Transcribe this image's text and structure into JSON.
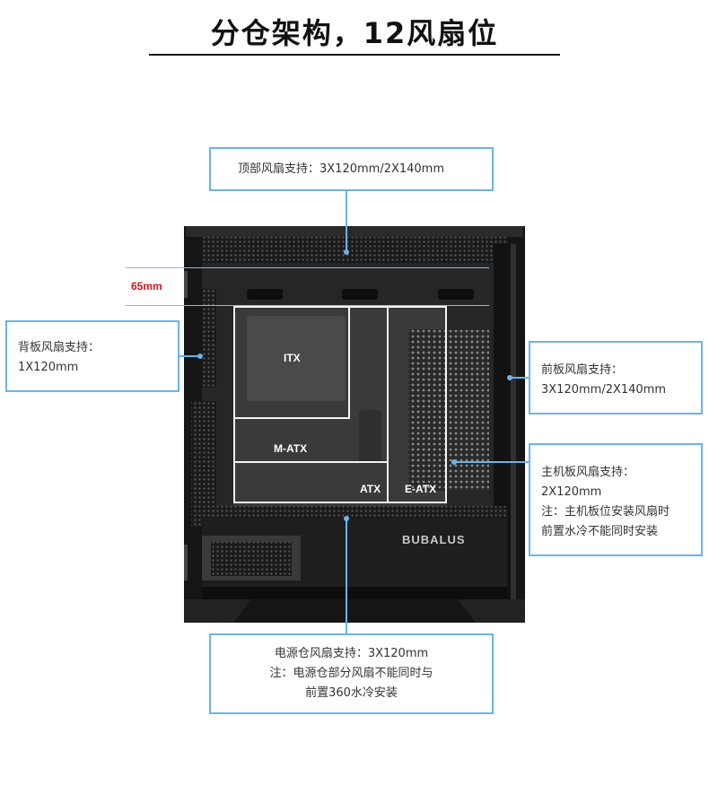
{
  "title": "分仓架构，12风扇位",
  "callouts": {
    "top": {
      "lines": [
        "顶部风扇支持：3X120mm/2X140mm"
      ]
    },
    "rear": {
      "lines": [
        "背板风扇支持：",
        "1X120mm"
      ]
    },
    "front": {
      "lines": [
        "前板风扇支持：",
        "3X120mm/2X140mm"
      ]
    },
    "motherboard": {
      "lines": [
        "主机板风扇支持：",
        "2X120mm",
        "注：主机板位安装风扇时",
        "前置水冷不能同时安装"
      ]
    },
    "psu": {
      "lines": [
        "电源仓风扇支持：3X120mm",
        "注：电源仓部分风扇不能同时与",
        "前置360水冷安装"
      ]
    }
  },
  "clearance_label": "65mm",
  "brand": "BUBALUS",
  "mb_sizes": {
    "itx": "ITX",
    "matx": "M-ATX",
    "atx": "ATX",
    "eatx": "E-ATX"
  },
  "colors": {
    "callout_border": "#6ab4ee",
    "clearance": "#d01818",
    "case": "#1a1a1a"
  }
}
